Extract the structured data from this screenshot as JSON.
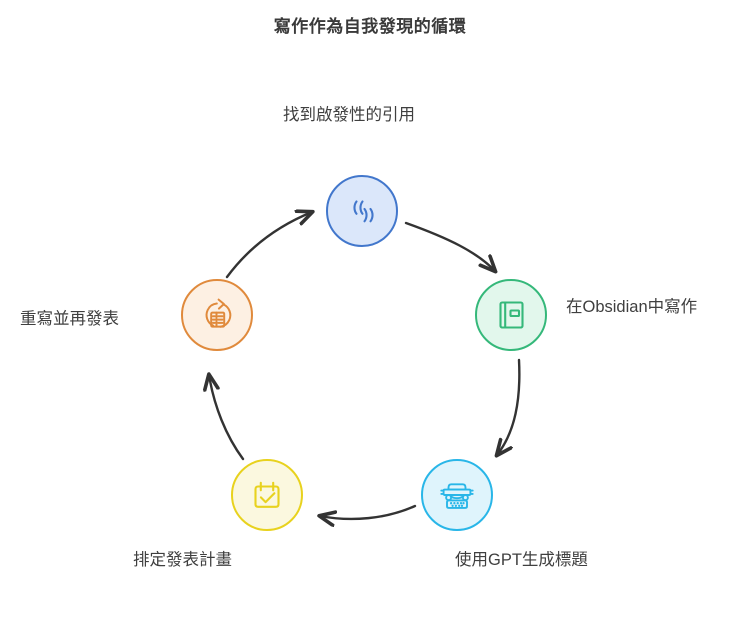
{
  "title": "寫作作為自我發現的循環",
  "diagram": {
    "type": "cycle",
    "node_count": 5,
    "background_color": "#ffffff",
    "arrow_color": "#333333",
    "nodes": [
      {
        "id": "quote",
        "label": "找到啟發性的引用",
        "icon": "quotation-marks-icon",
        "stroke_color": "#4277cc",
        "fill_color": "#dbe7fa",
        "position": "top"
      },
      {
        "id": "obsidian",
        "label": "在Obsidian中寫作",
        "icon": "notebook-icon",
        "stroke_color": "#35b87a",
        "fill_color": "#e2f7ec",
        "position": "right"
      },
      {
        "id": "gpt",
        "label": "使用GPT生成標題",
        "icon": "typewriter-icon",
        "stroke_color": "#29b6e8",
        "fill_color": "#dff4fc",
        "position": "bottom-right"
      },
      {
        "id": "schedule",
        "label": "排定發表計畫",
        "icon": "calendar-check-icon",
        "stroke_color": "#e8d21e",
        "fill_color": "#fbf8df",
        "position": "bottom-left"
      },
      {
        "id": "rewrite",
        "label": "重寫並再發表",
        "icon": "refresh-document-icon",
        "stroke_color": "#e08a3c",
        "fill_color": "#fdf0e3",
        "position": "left"
      }
    ],
    "arrows": [
      {
        "id": "quote-to-obsidian",
        "from": "quote",
        "to": "obsidian"
      },
      {
        "id": "obsidian-to-gpt",
        "from": "obsidian",
        "to": "gpt"
      },
      {
        "id": "gpt-to-schedule",
        "from": "gpt",
        "to": "schedule"
      },
      {
        "id": "schedule-to-rewrite",
        "from": "schedule",
        "to": "rewrite"
      },
      {
        "id": "rewrite-to-quote",
        "from": "rewrite",
        "to": "quote"
      }
    ]
  }
}
